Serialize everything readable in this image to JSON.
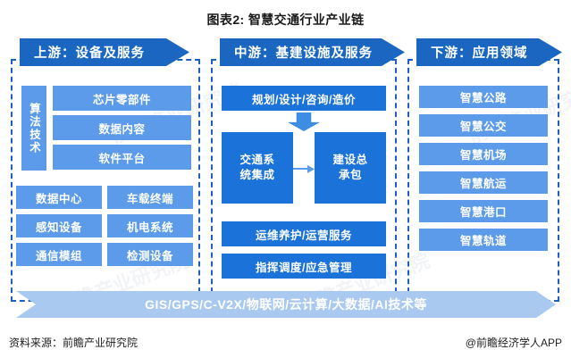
{
  "title": "图表2: 智慧交通行业产业链",
  "colors": {
    "banner_blue": "#1a66c0",
    "cell_blue": "#5b9bea",
    "cell_strong_blue": "#1b72d8",
    "tech_bar_blue": "#a9c9f0",
    "dashed_border": "#1f5fc0"
  },
  "columns": {
    "upstream": {
      "banner": "上游：设备及服务",
      "algorithm_cell": "算法技术",
      "wide_cells": [
        "芯片零部件",
        "数据内容",
        "软件平台"
      ],
      "grid_cells": [
        [
          "数据中心",
          "车载终端"
        ],
        [
          "感知设备",
          "机电系统"
        ],
        [
          "通信模组",
          "检测设备"
        ]
      ]
    },
    "midstream": {
      "banner": "中游：基建设施及服务",
      "top_cell": "规划/设计/咨询/造价",
      "left_big_cell": [
        "交通系",
        "统集成"
      ],
      "right_big_cell": [
        "建设总",
        "承包"
      ],
      "operation_cell": "运维养护/运营服务",
      "command_cell": "指挥调度/应急管理"
    },
    "downstream": {
      "banner": "下游：应用领域",
      "cells": [
        "智慧公路",
        "智慧公交",
        "智慧机场",
        "智慧航运",
        "智慧港口",
        "智慧轨道"
      ]
    }
  },
  "tech_bar": "GIS/GPS/C-V2X/物联网/云计算/大数据/AI技术等",
  "footer": {
    "source": "资料来源：前瞻产业研究院",
    "brand": "@前瞻经济学人APP"
  },
  "watermarks": {
    "w1": "前瞻产业研究院",
    "w2": "前瞻产业研究院",
    "w3": "前瞻产业研究院",
    "w4": "前瞻产业研究院"
  }
}
